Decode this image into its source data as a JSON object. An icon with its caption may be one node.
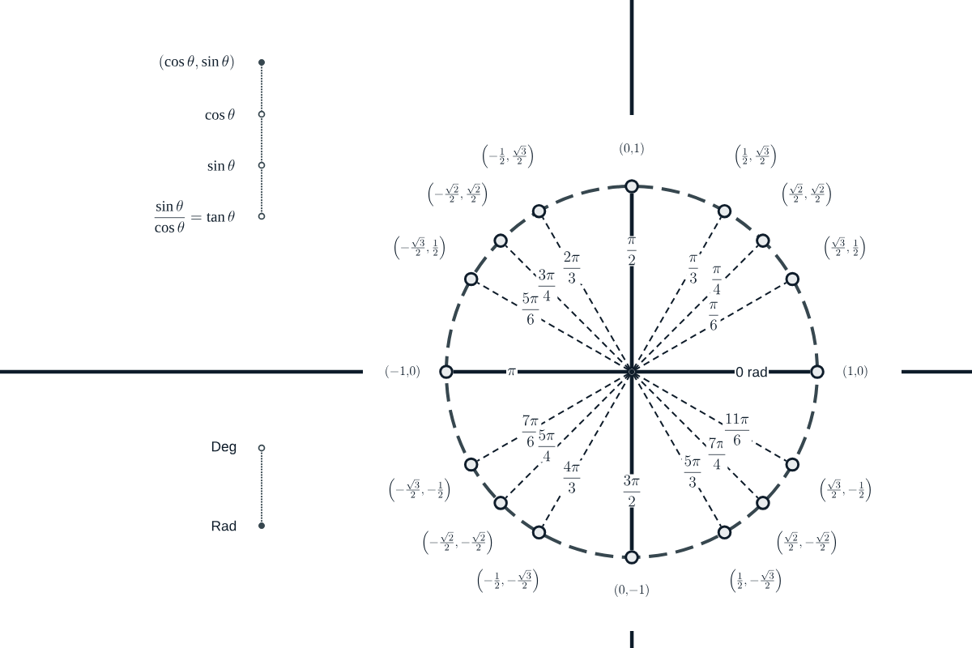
{
  "diagram": {
    "nodes": [
      {
        "text": [],
        "shape": "dot"
      },
      {
        "text": [],
        "shape": "circle",
        "beside": [
          "(1{,}0)"
        ]
      },
      {
        "text": [],
        "shape": "circle",
        "beside": [
          "\\left(\\frac{\\sqrt{3}}{2},\\frac{1}{2}\\right)"
        ]
      },
      {
        "text": [],
        "shape": "circle",
        "beside": [
          "\\left(\\frac{\\sqrt{2}}{2},\\frac{\\sqrt{2}}{2}\\right)"
        ]
      },
      {
        "text": [],
        "shape": "circle",
        "beside": [
          "\\left(\\frac{1}{2},\\frac{\\sqrt{3}}{2}\\right)"
        ]
      },
      {
        "text": [],
        "shape": "circle",
        "beside": [
          "(0{,}1)"
        ]
      },
      {
        "text": [],
        "shape": "circle",
        "beside": [
          "\\left(-\\frac{1}{2},\\frac{\\sqrt{3}}{2}\\right)"
        ]
      },
      {
        "text": [],
        "shape": "circle",
        "beside": [
          "\\left(-\\frac{\\sqrt{2}}{2},\\frac{\\sqrt{2}}{2}\\right)"
        ]
      },
      {
        "text": [],
        "shape": "circle",
        "beside": [
          "\\left(-\\frac{\\sqrt{3}}{2},\\frac{1}{2}\\right)"
        ]
      },
      {
        "text": [],
        "shape": "circle",
        "beside": [
          "(-1{,}0)"
        ]
      },
      {
        "text": [],
        "shape": "circle",
        "beside": [
          "\\left(-\\frac{\\sqrt{3}}{2},-\\frac{1}{2}\\right)"
        ]
      },
      {
        "text": [],
        "shape": "circle",
        "beside": [
          "\\left(-\\frac{\\sqrt{2}}{2},-\\frac{\\sqrt{2}}{2}\\right)"
        ]
      },
      {
        "text": [],
        "shape": "circle",
        "beside": [
          "\\left(-\\frac{1}{2},-\\frac{\\sqrt{3}}{2}\\right)"
        ]
      },
      {
        "text": [],
        "shape": "circle",
        "beside": [
          "(0{,}{-1})"
        ]
      },
      {
        "text": [],
        "shape": "circle",
        "beside": [
          "\\left(\\frac{1}{2},-\\frac{\\sqrt{3}}{2}\\right)"
        ]
      },
      {
        "text": [],
        "shape": "circle",
        "beside": [
          "\\left(\\frac{\\sqrt{2}}{2},-\\frac{\\sqrt{2}}{2}\\right)"
        ]
      },
      {
        "text": [],
        "shape": "circle",
        "beside": [
          "\\left(\\frac{\\sqrt{3}}{2},-\\frac{1}{2}\\right)"
        ]
      }
    ],
    "edges": [
      {
        "from": 0,
        "to": 1,
        "arrow": "none",
        "style": "thick",
        "label": "0 rad"
      },
      {
        "from": 0,
        "to": 2,
        "arrow": "none",
        "style": "dashed",
        "label": "\\frac{\\pi}{6}"
      },
      {
        "from": 0,
        "to": 3,
        "arrow": "none",
        "style": "dashed",
        "label": "\\frac{\\pi}{4}"
      },
      {
        "from": 0,
        "to": 4,
        "arrow": "none",
        "style": "dashed",
        "label": "\\frac{\\pi}{3}"
      },
      {
        "from": 0,
        "to": 5,
        "arrow": "none",
        "style": "thick",
        "label": "\\frac{\\pi}{2}"
      },
      {
        "from": 0,
        "to": 6,
        "arrow": "none",
        "style": "dashed",
        "label": "\\frac{2\\pi}{3}"
      },
      {
        "from": 0,
        "to": 7,
        "arrow": "none",
        "style": "dashed",
        "label": "\\frac{3\\pi}{4}"
      },
      {
        "from": 0,
        "to": 8,
        "arrow": "none",
        "style": "dashed",
        "label": "\\frac{5\\pi}{6}"
      },
      {
        "from": 0,
        "to": 9,
        "arrow": "none",
        "style": "thick",
        "label": "\\pi"
      },
      {
        "from": 0,
        "to": 10,
        "arrow": "none",
        "style": "dashed",
        "label": "\\frac{7\\pi}{6}"
      },
      {
        "from": 0,
        "to": 11,
        "arrow": "none",
        "style": "dashed",
        "label": "\\frac{5\\pi}{4}"
      },
      {
        "from": 0,
        "to": 12,
        "arrow": "none",
        "style": "dashed",
        "label": "\\frac{4\\pi}{3}"
      },
      {
        "from": 0,
        "to": 13,
        "arrow": "none",
        "style": "thick",
        "label": "\\frac{3\\pi}{2}"
      },
      {
        "from": 0,
        "to": 14,
        "arrow": "none",
        "style": "dashed",
        "label": "\\frac{5\\pi}{3}"
      },
      {
        "from": 0,
        "to": 15,
        "arrow": "none",
        "style": "dashed",
        "label": "\\frac{7\\pi}{4}"
      },
      {
        "from": 0,
        "to": 16,
        "arrow": "none",
        "style": "dashed",
        "label": "\\frac{11\\pi}{6}"
      }
    ],
    "labels": [
      "(\\cos\\theta,\\sin\\theta)",
      "\\cos\\theta",
      "\\sin\\theta",
      "\\frac{\\sin\\theta}{\\cos\\theta}=\\tan\\theta",
      "Deg",
      "Rad"
    ]
  }
}
